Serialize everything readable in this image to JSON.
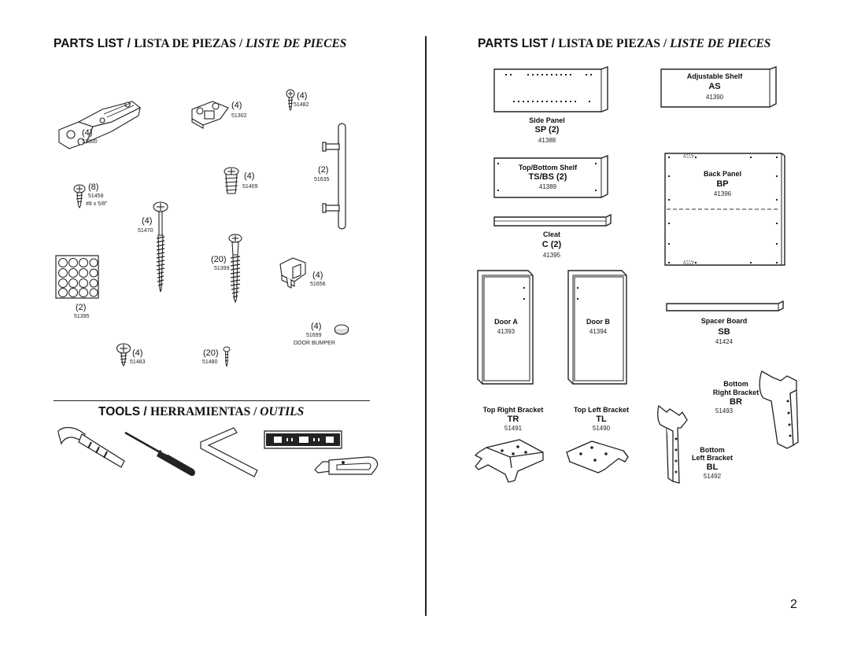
{
  "left_title": {
    "en": "PARTS LIST / ",
    "es": "LISTA DE PIEZAS / ",
    "fr": "LISTE DE PIECES"
  },
  "right_title": {
    "en": "PARTS LIST / ",
    "es": "LISTA DE PIEZAS / ",
    "fr": "LISTE DE PIECES"
  },
  "tools_title": {
    "en": "TOOLS / ",
    "es": "HERRAMIENTAS / ",
    "fr": "OUTILS"
  },
  "hardware": {
    "hinge": {
      "qty": "4",
      "num": "51300"
    },
    "mount_plate": {
      "qty": "4",
      "num": "51302"
    },
    "screw_51482": {
      "qty": "4",
      "num": "51482"
    },
    "handle": {
      "qty": "2",
      "num": "51635"
    },
    "screw_51458": {
      "qty": "8",
      "num": "51458",
      "size": "#8 x 5/8\""
    },
    "dowel": {
      "qty": "4",
      "num": "51409"
    },
    "long_screw": {
      "qty": "4",
      "num": "51470"
    },
    "screw_51399": {
      "qty": "20",
      "num": "51399"
    },
    "bumper_pads": {
      "qty": "2",
      "num": "51395"
    },
    "shelf_support": {
      "qty": "4",
      "num": "51656"
    },
    "door_bumper": {
      "qty": "4",
      "num": "51699",
      "label": "DOOR BUMPER"
    },
    "screw_51483": {
      "qty": "4",
      "num": "51483"
    },
    "nail_51480": {
      "qty": "20",
      "num": "51480"
    }
  },
  "panels": {
    "side_panel": {
      "label": "Side Panel",
      "code": "SP (2)",
      "num": "41388"
    },
    "adjustable_shelf": {
      "label": "Adjustable Shelf",
      "code": "AS",
      "num": "41390"
    },
    "top_bottom_shelf": {
      "label": "Top/Bottom Shelf",
      "code": "TS/BS (2)",
      "num": "41389"
    },
    "back_panel": {
      "label": "Back Panel",
      "code": "BP",
      "num": "41396"
    },
    "cleat": {
      "label": "Cleat",
      "code": "C (2)",
      "num": "41395"
    },
    "door_a": {
      "label": "Door A",
      "num": "41393"
    },
    "door_b": {
      "label": "Door B",
      "num": "41394"
    },
    "spacer_board": {
      "label": "Spacer Board",
      "code": "SB",
      "num": "41424"
    },
    "bottom_right_bracket": {
      "label1": "Bottom",
      "label2": "Right Bracket",
      "code": "BR",
      "num": "51493"
    },
    "top_right_bracket": {
      "label": "Top Right Bracket",
      "code": "TR",
      "num": "51491"
    },
    "top_left_bracket": {
      "label": "Top Left Bracket",
      "code": "TL",
      "num": "51490"
    },
    "bottom_left_bracket": {
      "label1": "Bottom",
      "label2": "Left Bracket",
      "code": "BL",
      "num": "51492"
    }
  },
  "page_number": "2"
}
